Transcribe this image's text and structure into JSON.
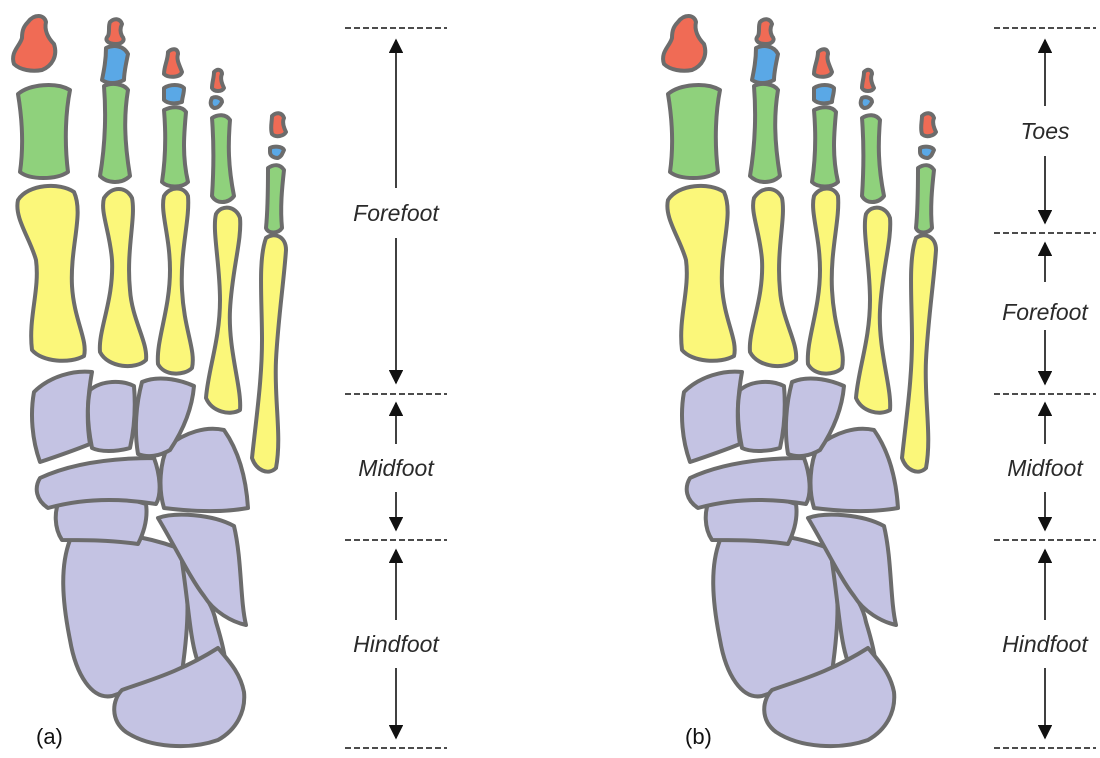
{
  "colors": {
    "distal_phalanx": "#f06b55",
    "middle_phalanx": "#5aa8e6",
    "proximal_phalanx": "#8fd17c",
    "metatarsal": "#fbf77a",
    "tarsal": "#c4c3e3",
    "bone_outline": "#6c6c6c",
    "background": "#ffffff"
  },
  "panels": [
    {
      "label": "(a)",
      "regions": [
        {
          "label": "Forefoot"
        },
        {
          "label": "Midfoot"
        },
        {
          "label": "Hindfoot"
        }
      ]
    },
    {
      "label": "(b)",
      "regions": [
        {
          "label": "Toes"
        },
        {
          "label": "Forefoot"
        },
        {
          "label": "Midfoot"
        },
        {
          "label": "Hindfoot"
        }
      ]
    }
  ]
}
